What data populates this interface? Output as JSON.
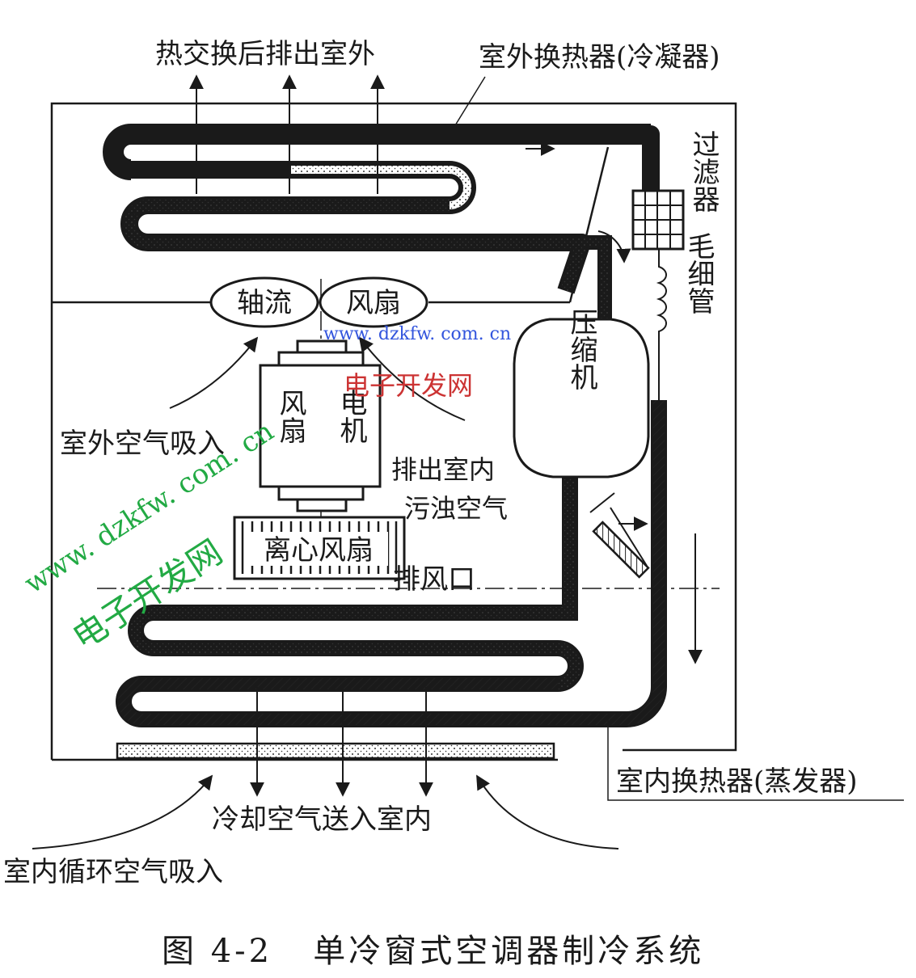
{
  "labels": {
    "exhaust_out": "热交换后排出室外",
    "condenser": "室外换热器(冷凝器)",
    "filter": "过滤器",
    "capillary": "毛细管",
    "axial": "轴流",
    "fan": "风扇",
    "compressor": "压缩机",
    "fan_side": "风扇",
    "motor_side": "电机",
    "outdoor_in": "室外空气吸入",
    "indoor_dirty_1": "排出室内",
    "indoor_dirty_2": "污浊空气",
    "centrifugal": "离心风扇",
    "vent": "排风口",
    "cool_in": "冷却空气送入室内",
    "evaporator": "室内换热器(蒸发器)",
    "return_in": "室内循环空气吸入"
  },
  "caption": "图 4-2   单冷窗式空调器制冷系统",
  "watermark": {
    "url": "www. dzkfw. com. cn",
    "site": "电子开发网",
    "color": "#22aa44"
  },
  "colors": {
    "ink": "#1a1a1a",
    "url_watermark": "#3355dd",
    "site_watermark": "#cc3333"
  }
}
